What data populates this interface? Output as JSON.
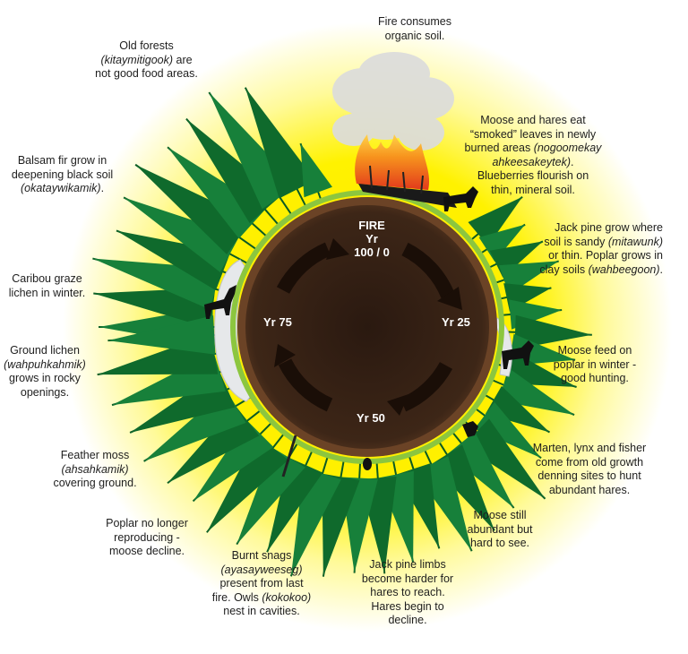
{
  "center": {
    "fire_title": "FIRE",
    "fire_yr": "Yr",
    "fire_years": "100 / 0",
    "yr25": "Yr 25",
    "yr50": "Yr 50",
    "yr75": "Yr 75"
  },
  "annotations": {
    "fire_consumes": {
      "l1": "Fire consumes",
      "l2": "organic soil."
    },
    "old_forests": {
      "l1": "Old forests",
      "l2": "(kitaymitigook)",
      "l2b": " are",
      "l3": "not good food areas."
    },
    "balsam_fir": {
      "l1": "Balsam fir grow in",
      "l2": "deepening black soil",
      "l3": "(okataywikamik)",
      "l3b": "."
    },
    "moose_hares": {
      "l1": "Moose and hares eat",
      "l2": "“smoked” leaves in newly",
      "l3": "burned areas ",
      "l3i": "(nogoomekay",
      "l4": "ahkeesakeytek)",
      "l4b": ".",
      "l5": "Blueberries flourish on",
      "l6": "thin, mineral soil."
    },
    "jack_pine": {
      "l1": "Jack pine grow where",
      "l2": "soil is sandy ",
      "l2i": "(mitawunk)",
      "l3": "or thin. Poplar grows in",
      "l4": "clay soils ",
      "l4i": "(wahbeegoon)",
      "l4b": "."
    },
    "caribou": {
      "l1": "Caribou graze",
      "l2": "lichen in winter."
    },
    "ground_lichen": {
      "l1": "Ground lichen",
      "l2": "(wahpuhkahmik)",
      "l3": "grows in rocky",
      "l4": "openings."
    },
    "moose_feed": {
      "l1": "Moose feed on",
      "l2": "poplar in winter -",
      "l3": "good hunting."
    },
    "feather_moss": {
      "l1": "Feather moss",
      "l2": "(ahsahkamik)",
      "l3": "covering ground."
    },
    "marten": {
      "l1": "Marten, lynx and fisher",
      "l2": "come from old growth",
      "l3": "denning sites to hunt",
      "l4": "abundant hares."
    },
    "poplar_no_longer": {
      "l1": "Poplar no longer",
      "l2": "reproducing -",
      "l3": "moose decline."
    },
    "moose_still": {
      "l1": "Moose still",
      "l2": "abundant but",
      "l3": "hard to see."
    },
    "burnt_snags": {
      "l1": "Burnt snags",
      "l2": "(ayasayweeseg)",
      "l3": "present from last",
      "l4": "fire. Owls ",
      "l4i": "(kokokoo)",
      "l5": "nest in cavities."
    },
    "jack_pine_limbs": {
      "l1": "Jack pine limbs",
      "l2": "become harder for",
      "l3": "hares to reach.",
      "l4": "Hares begin to",
      "l5": "decline."
    }
  },
  "colors": {
    "glow_inner": "#fff200",
    "glow_outer": "#ffffff",
    "soil": "#3a2417",
    "soil_rim": "#6b4326",
    "tree": "#0e6b2c",
    "grass": "#8cc63f",
    "fire": "#f26522",
    "smoke": "#d9d9d9"
  }
}
